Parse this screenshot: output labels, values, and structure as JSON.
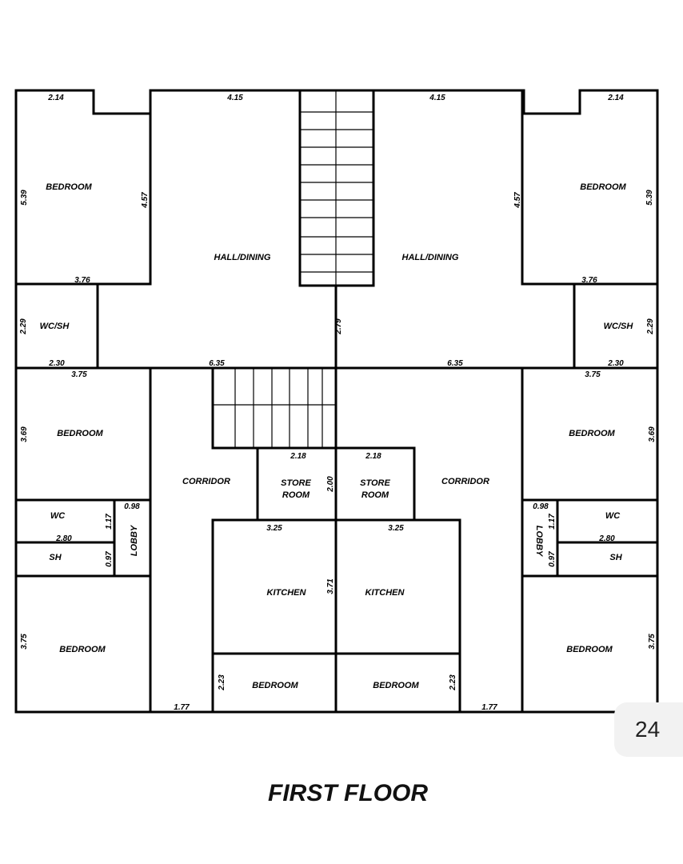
{
  "title": "FIRST FLOOR",
  "page_number": "24",
  "rooms": {
    "bedroom": "BEDROOM",
    "hall_dining": "HALL/DINING",
    "wc_sh": "WC/SH",
    "corridor": "CORRIDOR",
    "store_room_1": "STORE",
    "store_room_2": "ROOM",
    "kitchen": "KITCHEN",
    "wc": "WC",
    "sh": "SH",
    "lobby": "LOBBY"
  },
  "dims": {
    "d214": "2.14",
    "d415": "4.15",
    "d539": "5.39",
    "d457": "4.57",
    "d376": "3.76",
    "d229": "2.29",
    "d230": "2.30",
    "d375": "3.75",
    "d279": "2.79",
    "d635": "6.35",
    "d369": "3.69",
    "d218": "2.18",
    "d200": "2.00",
    "d098": "0.98",
    "d117": "1.17",
    "d280": "2.80",
    "d097": "0.97",
    "d325": "3.25",
    "d371": "3.71",
    "d223": "2.23",
    "d177": "1.77"
  }
}
